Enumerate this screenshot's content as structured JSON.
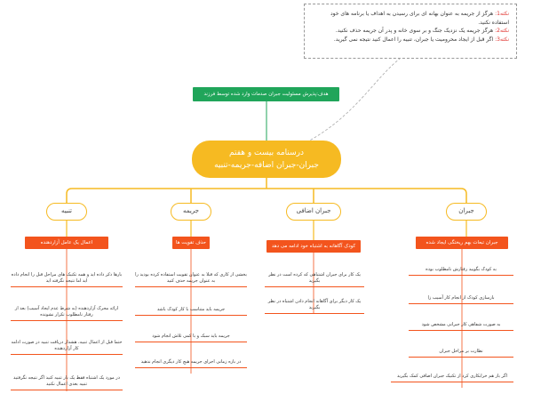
{
  "notes": [
    {
      "label": "نکته1:",
      "text": "هرگز از جریمه به عنوان بهانه ای برای رسیدن به اهداف یا برنامه های خود استفاده نکنید."
    },
    {
      "label": "نکته2:",
      "text": "هرگز جریمه یک نزدیک جنگ و بر سوی خانه و پدر آن جریمه حذف نکنید."
    },
    {
      "label": "نکته3:",
      "text": "اگر قبل از ایجاد محرومیت یا جبران، تنبیه را اعمال کنید نتیجه نمی گیرید."
    }
  ],
  "goal": "هدف:پذیرش مسئولیت جبران صدمات وارد شده توسط فرزند",
  "root": {
    "line1": "درسنامه بیست و هفتم",
    "line2": "جبران-جبران اضافه-جریمه-تنبیه"
  },
  "branches": [
    {
      "label": "تنبیه",
      "sub": "اعمال یک عامل آزاردهنده",
      "leaves": [
        "بارها ذکر داده اید و همه تکنیک های مراحل قبل را انجام داده اید اما نتیجه نگرفته اید",
        "ارائه محرک آزاردهنده (به شرط عدم ایجاد آسیب) بعد از رفتار نامطلوب تکرار نشونده",
        "حتما قبل از اعمال تنبیه، هشدار دریافت تنبیه در صورت ادامه کار آزاردهنده",
        "در مورد یک اشتباه فقط یک بار تنبیه کنید اگر نتیجه نگرفتید تنبیه بعدی اعمال نکنید"
      ]
    },
    {
      "label": "جریمه",
      "sub": "حذف تقویت ها",
      "leaves": [
        "بخشی از کاری که قبلا به عنوان تقویت استفاده کرده بودید را به عنوان جریمه حذف کنید",
        "جریمه باید متناسب با کار کودک باشد",
        "جریمه باید سبک و با کمی تلاش انجام شود",
        "در بازه زمانی اجرای جریمه هیچ کار دیگری انجام ندهید"
      ]
    },
    {
      "label": "جبران اضافی",
      "sub": "کودک آگاهانه به اشتباه خود ادامه می دهد",
      "leaves": [
        "یک کار برای جبران اشتباهی که کرده است در نظر بگیرید",
        "یک کار دیگر برای آگاهانه انجام دادن اشتباه در نظر بگیرید"
      ]
    },
    {
      "label": "جبران",
      "sub": "جبران تبعات بهم ریختگی ایجاد شده",
      "leaves": [
        "به کودک بگویید رفتارش نامطلوب بوده",
        "بازسازی کودک از انجام کار آسیب زا",
        "به صورت شفاهی کار جبرانی مشخص شود",
        "نظارت بر مراحل جبران",
        "اگر باز هم خرابکاری کرد از تکنیک جبران اضافی کمک بگیرید"
      ]
    }
  ],
  "colors": {
    "goal": "#20a55a",
    "root": "#f6ba22",
    "sub": "#f3541d",
    "line": "#f6ba22"
  }
}
